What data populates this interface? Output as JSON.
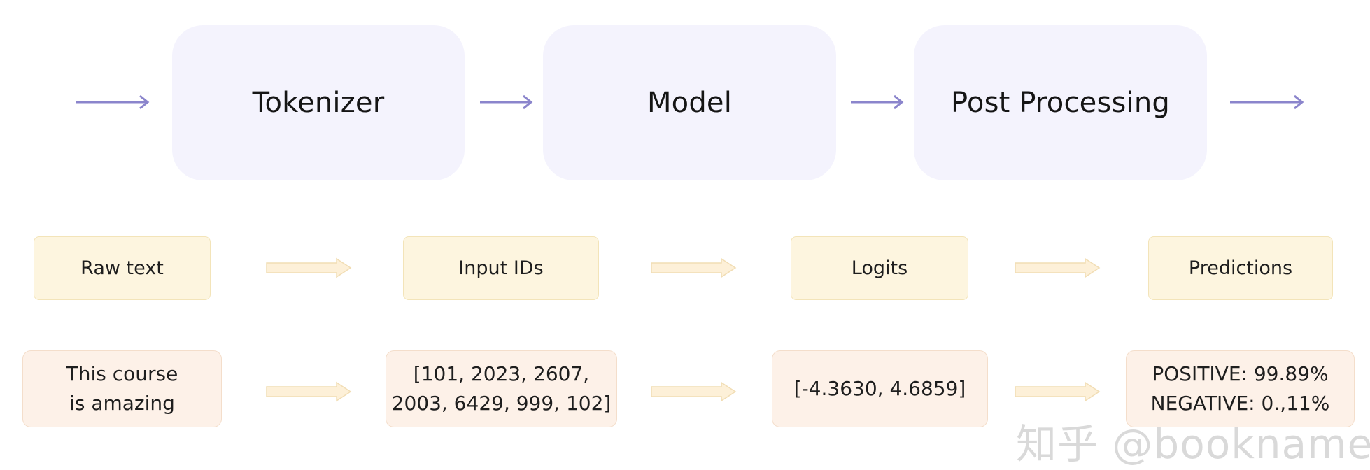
{
  "pipeline": {
    "stages": [
      {
        "label": "Tokenizer"
      },
      {
        "label": "Model"
      },
      {
        "label": "Post Processing"
      }
    ]
  },
  "data_flow": {
    "items": [
      {
        "label": "Raw text"
      },
      {
        "label": "Input IDs"
      },
      {
        "label": "Logits"
      },
      {
        "label": "Predictions"
      }
    ]
  },
  "examples": {
    "raw_text": {
      "line1": "This course",
      "line2": "is amazing"
    },
    "input_ids": {
      "line1": "[101, 2023, 2607,",
      "line2": "2003, 6429, 999, 102]"
    },
    "logits": {
      "line1": "[-4.3630, 4.6859]"
    },
    "predictions": {
      "line1": "POSITIVE: 99.89%",
      "line2": "NEGATIVE: 0.,11%"
    }
  },
  "watermark": {
    "text": "知乎 @bookname"
  },
  "colors": {
    "stage_fill": "#f4f3fd",
    "flow_arrow": "#8b85cc",
    "card_fill": "#fdf5df",
    "card_border": "#f3e4b9",
    "example_fill": "#fdf1e8",
    "block_arrow_fill": "#fdf0d8",
    "block_arrow_stroke": "#f1ddb4"
  }
}
